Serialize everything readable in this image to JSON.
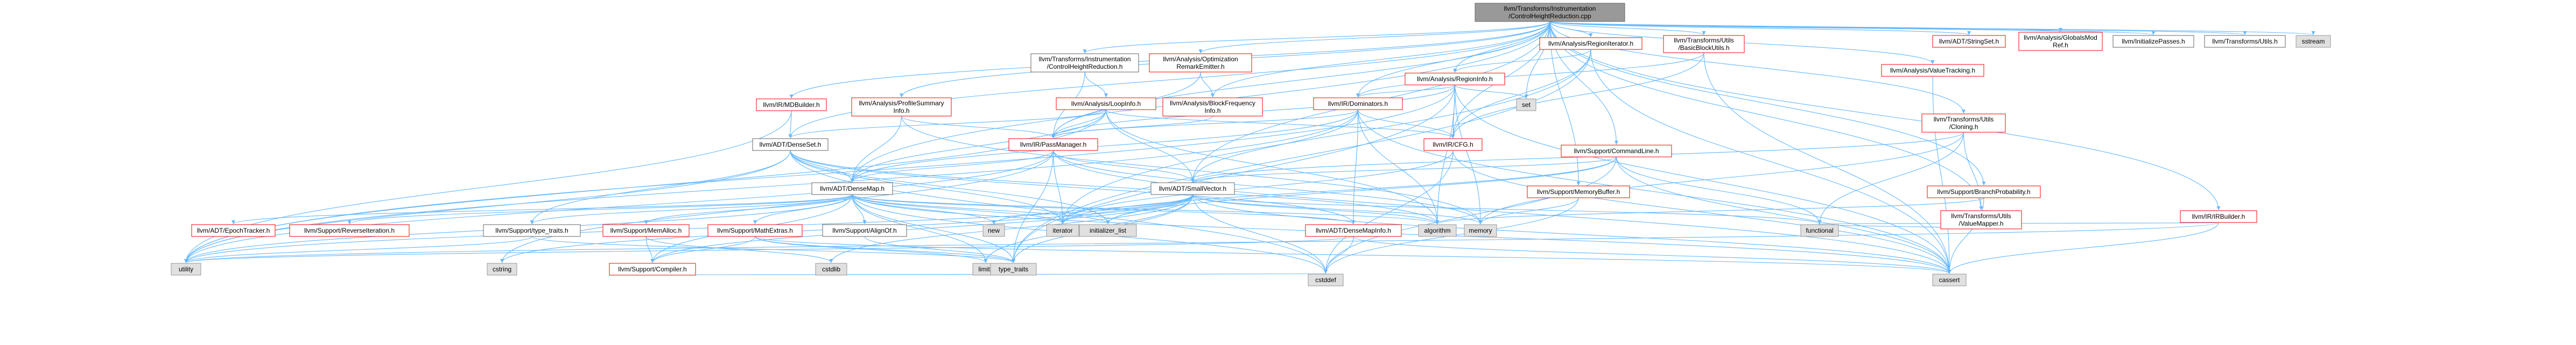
{
  "colors": {
    "root_fill": "#999999",
    "root_stroke": "#666666",
    "internal_fill": "#ffffff",
    "internal_stroke": "#ff0000",
    "internal_text": "#cc0000",
    "external_fill": "#e0e0e0",
    "external_stroke": "#999999",
    "text": "#000000",
    "edge": "#63b8ff"
  },
  "nodes": [
    {
      "id": "root",
      "kind": "root",
      "lines": [
        "llvm/Transforms/Instrumentation",
        "/ControlHeightReduction.cpp"
      ]
    },
    {
      "id": "regioniterator",
      "kind": "internal",
      "lines": [
        "llvm/Analysis/RegionIterator.h"
      ]
    },
    {
      "id": "utils_bbu",
      "kind": "internal",
      "lines": [
        "llvm/Transforms/Utils",
        "/BasicBlockUtils.h"
      ]
    },
    {
      "id": "stringset",
      "kind": "internal",
      "lines": [
        "llvm/ADT/StringSet.h"
      ]
    },
    {
      "id": "gmr",
      "kind": "internal",
      "lines": [
        "llvm/Analysis/GlobalsMod",
        "Ref.h"
      ]
    },
    {
      "id": "initpasses",
      "kind": "plain",
      "lines": [
        "llvm/InitializePasses.h"
      ]
    },
    {
      "id": "tutils",
      "kind": "plain",
      "lines": [
        "llvm/Transforms/Utils.h"
      ]
    },
    {
      "id": "sstream",
      "kind": "external",
      "lines": [
        "sstream"
      ]
    },
    {
      "id": "chr_h",
      "kind": "plain",
      "lines": [
        "llvm/Transforms/Instrumentation",
        "/ControlHeightReduction.h"
      ]
    },
    {
      "id": "ore",
      "kind": "internal",
      "lines": [
        "llvm/Analysis/Optimization",
        "RemarkEmitter.h"
      ]
    },
    {
      "id": "regioninfo",
      "kind": "internal",
      "lines": [
        "llvm/Analysis/RegionInfo.h"
      ]
    },
    {
      "id": "valuetracking",
      "kind": "internal",
      "lines": [
        "llvm/Analysis/ValueTracking.h"
      ]
    },
    {
      "id": "mdbuilder",
      "kind": "internal",
      "lines": [
        "llvm/IR/MDBuilder.h"
      ]
    },
    {
      "id": "psi",
      "kind": "internal",
      "lines": [
        "llvm/Analysis/ProfileSummary",
        "Info.h"
      ]
    },
    {
      "id": "loopinfo",
      "kind": "internal",
      "lines": [
        "llvm/Analysis/LoopInfo.h"
      ]
    },
    {
      "id": "bfi",
      "kind": "internal",
      "lines": [
        "llvm/Analysis/BlockFrequency",
        "Info.h"
      ]
    },
    {
      "id": "dominators",
      "kind": "internal",
      "lines": [
        "llvm/IR/Dominators.h"
      ]
    },
    {
      "id": "set",
      "kind": "external",
      "lines": [
        "set"
      ]
    },
    {
      "id": "cloning",
      "kind": "internal",
      "lines": [
        "llvm/Transforms/Utils",
        "/Cloning.h"
      ]
    },
    {
      "id": "densemap_set",
      "kind": "plain",
      "lines": [
        "llvm/ADT/DenseSet.h"
      ]
    },
    {
      "id": "passmanager",
      "kind": "internal",
      "lines": [
        "llvm/IR/PassManager.h"
      ]
    },
    {
      "id": "cfg",
      "kind": "internal",
      "lines": [
        "llvm/IR/CFG.h"
      ]
    },
    {
      "id": "cmdline",
      "kind": "internal",
      "lines": [
        "llvm/Support/CommandLine.h"
      ]
    },
    {
      "id": "densemap",
      "kind": "plain",
      "lines": [
        "llvm/ADT/DenseMap.h"
      ]
    },
    {
      "id": "smallvector",
      "kind": "plain",
      "lines": [
        "llvm/ADT/SmallVector.h"
      ]
    },
    {
      "id": "memorybuffer",
      "kind": "internal",
      "lines": [
        "llvm/Support/MemoryBuffer.h"
      ]
    },
    {
      "id": "branchprob",
      "kind": "internal",
      "lines": [
        "llvm/Support/BranchProbability.h"
      ]
    },
    {
      "id": "valuemapper",
      "kind": "internal",
      "lines": [
        "llvm/Transforms/Utils",
        "/ValueMapper.h"
      ]
    },
    {
      "id": "irbuilder",
      "kind": "internal",
      "lines": [
        "llvm/IR/IRBuilder.h"
      ]
    },
    {
      "id": "epochtracker",
      "kind": "internal",
      "lines": [
        "llvm/ADT/EpochTracker.h"
      ]
    },
    {
      "id": "reverseiter",
      "kind": "internal",
      "lines": [
        "llvm/Support/ReverseIteration.h"
      ]
    },
    {
      "id": "typetraits_s",
      "kind": "plain",
      "lines": [
        "llvm/Support/type_traits.h"
      ]
    },
    {
      "id": "memalloc",
      "kind": "internal",
      "lines": [
        "llvm/Support/MemAlloc.h"
      ]
    },
    {
      "id": "mathextras",
      "kind": "internal",
      "lines": [
        "llvm/Support/MathExtras.h"
      ]
    },
    {
      "id": "alignof",
      "kind": "plain",
      "lines": [
        "llvm/Support/AlignOf.h"
      ]
    },
    {
      "id": "new",
      "kind": "external",
      "lines": [
        "new"
      ]
    },
    {
      "id": "iterator",
      "kind": "external",
      "lines": [
        "iterator"
      ]
    },
    {
      "id": "initlist",
      "kind": "external",
      "lines": [
        "initializer_list"
      ]
    },
    {
      "id": "densemapinfo",
      "kind": "internal",
      "lines": [
        "llvm/ADT/DenseMapInfo.h"
      ]
    },
    {
      "id": "algorithm",
      "kind": "external",
      "lines": [
        "algorithm"
      ]
    },
    {
      "id": "memory",
      "kind": "external",
      "lines": [
        "memory"
      ]
    },
    {
      "id": "functional",
      "kind": "external",
      "lines": [
        "functional"
      ]
    },
    {
      "id": "utility",
      "kind": "external",
      "lines": [
        "utility"
      ]
    },
    {
      "id": "cstring",
      "kind": "external",
      "lines": [
        "cstring"
      ]
    },
    {
      "id": "compiler",
      "kind": "internal",
      "lines": [
        "llvm/Support/Compiler.h"
      ]
    },
    {
      "id": "cstdlib",
      "kind": "external",
      "lines": [
        "cstdlib"
      ]
    },
    {
      "id": "limits",
      "kind": "external",
      "lines": [
        "limits"
      ]
    },
    {
      "id": "typetraits",
      "kind": "external",
      "lines": [
        "type_traits"
      ]
    },
    {
      "id": "cstddef",
      "kind": "external",
      "lines": [
        "cstddef"
      ]
    },
    {
      "id": "cassert",
      "kind": "external",
      "lines": [
        "cassert"
      ]
    }
  ],
  "edges": [
    [
      "root",
      "regioniterator"
    ],
    [
      "root",
      "utils_bbu"
    ],
    [
      "root",
      "stringset"
    ],
    [
      "root",
      "gmr"
    ],
    [
      "root",
      "initpasses"
    ],
    [
      "root",
      "tutils"
    ],
    [
      "root",
      "sstream"
    ],
    [
      "root",
      "chr_h"
    ],
    [
      "root",
      "ore"
    ],
    [
      "root",
      "regioninfo"
    ],
    [
      "root",
      "valuetracking"
    ],
    [
      "root",
      "mdbuilder"
    ],
    [
      "root",
      "psi"
    ],
    [
      "root",
      "bfi"
    ],
    [
      "root",
      "dominators"
    ],
    [
      "root",
      "set"
    ],
    [
      "root",
      "cloning"
    ],
    [
      "root",
      "densemap_set"
    ],
    [
      "root",
      "passmanager"
    ],
    [
      "root",
      "cfg"
    ],
    [
      "root",
      "cmdline"
    ],
    [
      "root",
      "densemap"
    ],
    [
      "root",
      "smallvector"
    ],
    [
      "root",
      "memorybuffer"
    ],
    [
      "root",
      "branchprob"
    ],
    [
      "root",
      "valuemapper"
    ],
    [
      "root",
      "irbuilder"
    ],
    [
      "regioniterator",
      "regioninfo"
    ],
    [
      "regioniterator",
      "cfg"
    ],
    [
      "regioniterator",
      "cassert"
    ],
    [
      "regioniterator",
      "iterator"
    ],
    [
      "regioniterator",
      "typetraits"
    ],
    [
      "utils_bbu",
      "cfg"
    ],
    [
      "utils_bbu",
      "dominators"
    ],
    [
      "utils_bbu",
      "cassert"
    ],
    [
      "chr_h",
      "passmanager"
    ],
    [
      "chr_h",
      "loopinfo"
    ],
    [
      "ore",
      "bfi"
    ],
    [
      "ore",
      "passmanager"
    ],
    [
      "regioninfo",
      "set"
    ],
    [
      "regioninfo",
      "passmanager"
    ],
    [
      "regioninfo",
      "cfg"
    ],
    [
      "regioninfo",
      "dominators"
    ],
    [
      "regioninfo",
      "algorithm"
    ],
    [
      "regioninfo",
      "memory"
    ],
    [
      "regioninfo",
      "cassert"
    ],
    [
      "regioninfo",
      "typetraits"
    ],
    [
      "regioninfo",
      "utility"
    ],
    [
      "valuetracking",
      "cassert"
    ],
    [
      "mdbuilder",
      "densemap_set"
    ],
    [
      "mdbuilder",
      "utility"
    ],
    [
      "psi",
      "densemap"
    ],
    [
      "psi",
      "passmanager"
    ],
    [
      "psi",
      "memory"
    ],
    [
      "loopinfo",
      "densemap"
    ],
    [
      "loopinfo",
      "densemap_set"
    ],
    [
      "loopinfo",
      "smallvector"
    ],
    [
      "loopinfo",
      "passmanager"
    ],
    [
      "loopinfo",
      "cfg"
    ],
    [
      "loopinfo",
      "algorithm"
    ],
    [
      "loopinfo",
      "utility"
    ],
    [
      "bfi",
      "passmanager"
    ],
    [
      "bfi",
      "cstdint"
    ],
    [
      "dominators",
      "densemap"
    ],
    [
      "dominators",
      "densemapinfo"
    ],
    [
      "dominators",
      "smallvector"
    ],
    [
      "dominators",
      "cfg"
    ],
    [
      "dominators",
      "passmanager"
    ],
    [
      "dominators",
      "algorithm"
    ],
    [
      "dominators",
      "cassert"
    ],
    [
      "dominators",
      "utility"
    ],
    [
      "cloning",
      "valuemapper"
    ],
    [
      "cloning",
      "smallvector"
    ],
    [
      "cloning",
      "functional"
    ],
    [
      "cloning",
      "memory"
    ],
    [
      "densemap_set",
      "densemap"
    ],
    [
      "densemap_set",
      "densemapinfo"
    ],
    [
      "densemap_set",
      "typetraits_s"
    ],
    [
      "densemap_set",
      "iterator"
    ],
    [
      "densemap_set",
      "initlist"
    ],
    [
      "densemap_set",
      "cstddef"
    ],
    [
      "densemap_set",
      "utility"
    ],
    [
      "densemap_set",
      "algorithm"
    ],
    [
      "passmanager",
      "densemap"
    ],
    [
      "passmanager",
      "smallvector"
    ],
    [
      "passmanager",
      "typetraits"
    ],
    [
      "passmanager",
      "iterator"
    ],
    [
      "passmanager",
      "memory"
    ],
    [
      "passmanager",
      "utility"
    ],
    [
      "passmanager",
      "cassert"
    ],
    [
      "passmanager",
      "cstring"
    ],
    [
      "cfg",
      "iterator"
    ],
    [
      "cfg",
      "cassert"
    ],
    [
      "cfg",
      "cstddef"
    ],
    [
      "cmdline",
      "smallvector"
    ],
    [
      "cmdline",
      "functional"
    ],
    [
      "cmdline",
      "cassert"
    ],
    [
      "cmdline",
      "iterator"
    ],
    [
      "cmdline",
      "initlist"
    ],
    [
      "cmdline",
      "cstddef"
    ],
    [
      "densemap",
      "epochtracker"
    ],
    [
      "densemap",
      "reverseiter"
    ],
    [
      "densemap",
      "typetraits_s"
    ],
    [
      "densemap",
      "memalloc"
    ],
    [
      "densemap",
      "mathextras"
    ],
    [
      "densemap",
      "alignof"
    ],
    [
      "densemap",
      "new"
    ],
    [
      "densemap",
      "iterator"
    ],
    [
      "densemap",
      "initlist"
    ],
    [
      "densemap",
      "densemapinfo"
    ],
    [
      "densemap",
      "algorithm"
    ],
    [
      "densemap",
      "cassert"
    ],
    [
      "densemap",
      "cstddef"
    ],
    [
      "densemap",
      "typetraits"
    ],
    [
      "densemap",
      "utility"
    ],
    [
      "densemap",
      "compiler"
    ],
    [
      "densemap",
      "limits"
    ],
    [
      "smallvector",
      "compiler"
    ],
    [
      "smallvector",
      "typetraits"
    ],
    [
      "smallvector",
      "algorithm"
    ],
    [
      "smallvector",
      "cassert"
    ],
    [
      "smallvector",
      "cstddef"
    ],
    [
      "smallvector",
      "cstdlib"
    ],
    [
      "smallvector",
      "cstring"
    ],
    [
      "smallvector",
      "functional"
    ],
    [
      "smallvector",
      "initlist"
    ],
    [
      "smallvector",
      "iterator"
    ],
    [
      "smallvector",
      "limits"
    ],
    [
      "smallvector",
      "memory"
    ],
    [
      "smallvector",
      "new"
    ],
    [
      "smallvector",
      "utility"
    ],
    [
      "memorybuffer",
      "cstddef"
    ],
    [
      "memorybuffer",
      "memory"
    ],
    [
      "branchprob",
      "algorithm"
    ],
    [
      "branchprob",
      "cassert"
    ],
    [
      "valuemapper",
      "functional"
    ],
    [
      "irbuilder",
      "cassert"
    ],
    [
      "irbuilder",
      "functional"
    ],
    [
      "irbuilder",
      "utility"
    ],
    [
      "typetraits_s",
      "typetraits"
    ],
    [
      "typetraits_s",
      "utility"
    ],
    [
      "memalloc",
      "compiler"
    ],
    [
      "memalloc",
      "cstdlib"
    ],
    [
      "mathextras",
      "compiler"
    ],
    [
      "mathextras",
      "cassert"
    ],
    [
      "mathextras",
      "limits"
    ],
    [
      "mathextras",
      "typetraits"
    ],
    [
      "alignof",
      "typetraits"
    ],
    [
      "densemapinfo",
      "cstddef"
    ],
    [
      "densemapinfo",
      "cassert"
    ],
    [
      "densemapinfo",
      "utility"
    ],
    [
      "compiler",
      "cstddef"
    ]
  ]
}
